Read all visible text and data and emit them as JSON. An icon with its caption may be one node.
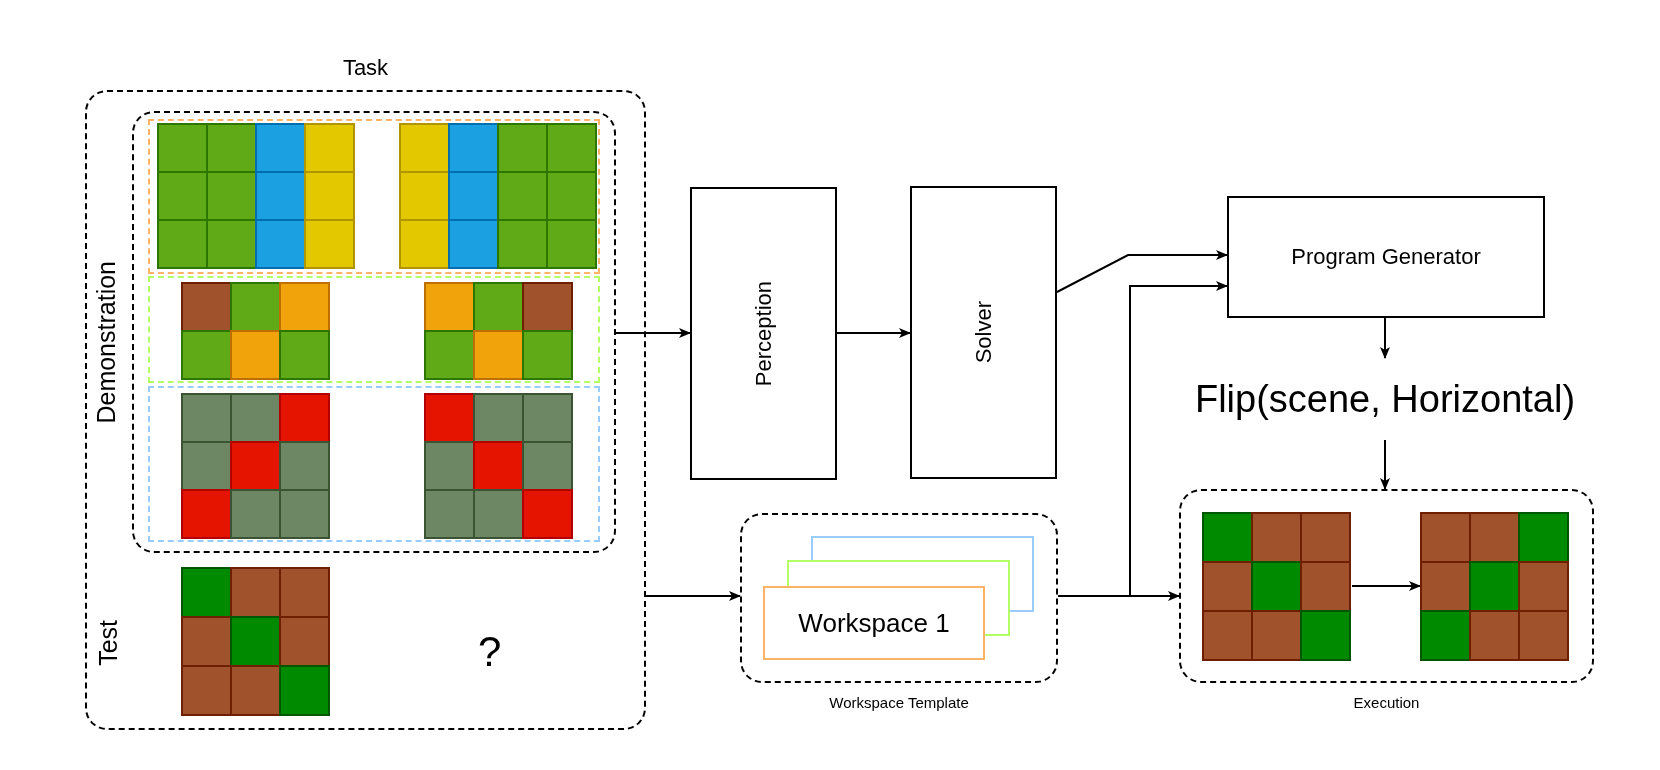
{
  "diagram": {
    "nodes": [
      {
        "text": [
          "Task"
        ]
      },
      {
        "text": [
          "Demonstration"
        ],
        "in": 0
      },
      {
        "text": [
          "Perception"
        ]
      },
      {
        "text": [
          "Solver"
        ]
      },
      {
        "text": [
          "Program Generator"
        ]
      },
      {
        "text": [
          "Flip(scene, Horizontal)"
        ]
      },
      {
        "text": [
          "Execution"
        ]
      },
      {
        "text": [],
        "shape": "picture",
        "in": 6
      },
      {
        "text": [],
        "shape": "picture",
        "in": 6
      },
      {
        "text": [
          "Workspace Template"
        ]
      },
      {
        "text": [
          "Workspace 1"
        ],
        "in": 9
      }
    ],
    "edges": [
      {
        "from": 1,
        "to": 2,
        "arrow": "to"
      },
      {
        "from": 2,
        "to": 3,
        "arrow": "to"
      },
      {
        "from": 3,
        "to": 4,
        "arrow": "to"
      },
      {
        "from": 0,
        "to": 9,
        "arrow": "to"
      },
      {
        "from": 9,
        "to": 6,
        "arrow": "to"
      },
      {
        "from": 9,
        "to": 4,
        "arrow": "to"
      },
      {
        "from": 4,
        "to": 5,
        "arrow": "to"
      },
      {
        "from": 5,
        "to": 6,
        "arrow": "to"
      },
      {
        "from": 7,
        "to": 8,
        "arrow": "to"
      }
    ],
    "labels": [
      "Test",
      "?"
    ]
  }
}
